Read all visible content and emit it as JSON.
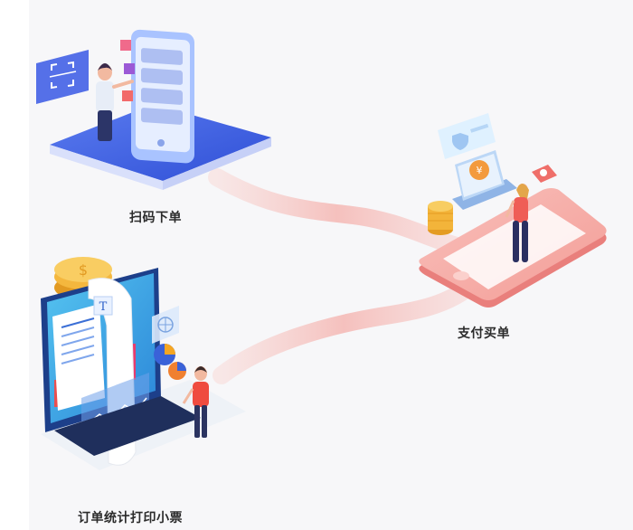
{
  "steps": {
    "scan_order": {
      "label": "扫码下单"
    },
    "pay": {
      "label": "支付买单"
    },
    "print_receipt": {
      "label": "订单统计打印小票"
    }
  },
  "icons": {
    "scan": "scan-frame-icon",
    "currency": "yuan-coin-icon",
    "shield": "shield-icon",
    "text_doc": "text-t-icon",
    "globe": "globe-icon"
  },
  "colors": {
    "platform_blue": "#3f63e6",
    "phone_pink": "#f08a8a",
    "connector": "#f6b3b0",
    "coin_gold": "#f3b43a",
    "panel_bg": "#f7f7f9"
  }
}
